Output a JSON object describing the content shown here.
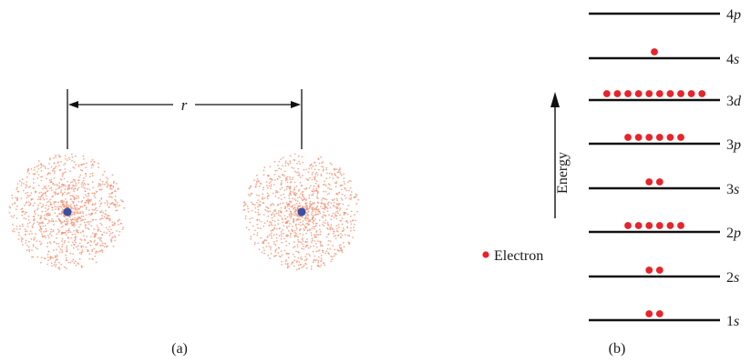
{
  "panel_a": {
    "caption": "(a)",
    "distance_label": "r",
    "atoms": [
      {
        "name": "atom-left"
      },
      {
        "name": "atom-right"
      }
    ],
    "cloud_color": "#f08a6a",
    "nucleus_color": "#3d4fa3"
  },
  "panel_b": {
    "caption": "(b)",
    "axis_label": "Energy",
    "legend_label": "Electron",
    "electron_color": "#e8232a",
    "levels": [
      {
        "n": "4",
        "l": "p",
        "electrons": 0
      },
      {
        "n": "4",
        "l": "s",
        "electrons": 1
      },
      {
        "n": "3",
        "l": "d",
        "electrons": 10
      },
      {
        "n": "3",
        "l": "p",
        "electrons": 6
      },
      {
        "n": "3",
        "l": "s",
        "electrons": 2
      },
      {
        "n": "2",
        "l": "p",
        "electrons": 6
      },
      {
        "n": "2",
        "l": "s",
        "electrons": 2
      },
      {
        "n": "1",
        "l": "s",
        "electrons": 2
      }
    ]
  }
}
